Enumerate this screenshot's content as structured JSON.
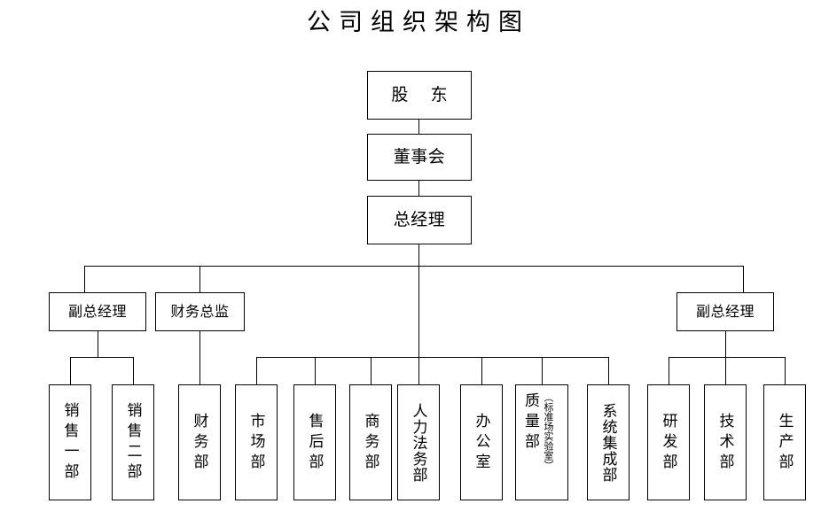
{
  "title": "公司组织架构图",
  "theme": {
    "background": "#ffffff",
    "line_color": "#000000",
    "text_color": "#000000",
    "box_border": "#000000"
  },
  "nodes": {
    "shareholders": {
      "label": "股 东"
    },
    "board": {
      "label": "董事会"
    },
    "general_manager": {
      "label": "总经理"
    },
    "deputy_gm_left": {
      "label": "副总经理"
    },
    "finance_director": {
      "label": "财务总监"
    },
    "deputy_gm_right": {
      "label": "副总经理"
    },
    "sales_1": {
      "label": "销售一部"
    },
    "sales_2": {
      "label": "销售二部"
    },
    "finance_dept": {
      "label": "财务部"
    },
    "marketing_dept": {
      "label": "市场部"
    },
    "after_sales_dept": {
      "label": "售后部"
    },
    "business_dept": {
      "label": "商务部"
    },
    "hr_legal_dept": {
      "label": "人力法务部"
    },
    "office": {
      "label": "办公室"
    },
    "quality_dept": {
      "label": "质量部",
      "annotation": "（标准场实验室）"
    },
    "system_integration_dept": {
      "label": "系统集成部"
    },
    "rd_dept": {
      "label": "研发部"
    },
    "tech_dept": {
      "label": "技术部"
    },
    "production_dept": {
      "label": "生产部"
    }
  },
  "hierarchy": {
    "root": "股 东",
    "levels": [
      [
        "股 东"
      ],
      [
        "董事会"
      ],
      [
        "总经理"
      ],
      [
        "副总经理",
        "财务总监",
        "副总经理"
      ],
      [
        "销售一部",
        "销售二部",
        "财务部",
        "市场部",
        "售后部",
        "商务部",
        "人力法务部",
        "办公室",
        "质量部",
        "系统集成部",
        "研发部",
        "技术部",
        "生产部"
      ]
    ],
    "edges": [
      {
        "from": "股 东",
        "to": "董事会"
      },
      {
        "from": "董事会",
        "to": "总经理"
      },
      {
        "from": "总经理",
        "to": "副总经理（左）"
      },
      {
        "from": "总经理",
        "to": "财务总监"
      },
      {
        "from": "总经理",
        "to": "副总经理（右）"
      },
      {
        "from": "副总经理（左）",
        "to": "销售一部"
      },
      {
        "from": "副总经理（左）",
        "to": "销售二部"
      },
      {
        "from": "财务总监",
        "to": "财务部"
      },
      {
        "from": "总经理",
        "to": "市场部"
      },
      {
        "from": "总经理",
        "to": "售后部"
      },
      {
        "from": "总经理",
        "to": "商务部"
      },
      {
        "from": "总经理",
        "to": "人力法务部"
      },
      {
        "from": "总经理",
        "to": "办公室"
      },
      {
        "from": "总经理",
        "to": "质量部"
      },
      {
        "from": "总经理",
        "to": "系统集成部"
      },
      {
        "from": "副总经理（右）",
        "to": "研发部"
      },
      {
        "from": "副总经理（右）",
        "to": "技术部"
      },
      {
        "from": "副总经理（右）",
        "to": "生产部"
      }
    ]
  }
}
